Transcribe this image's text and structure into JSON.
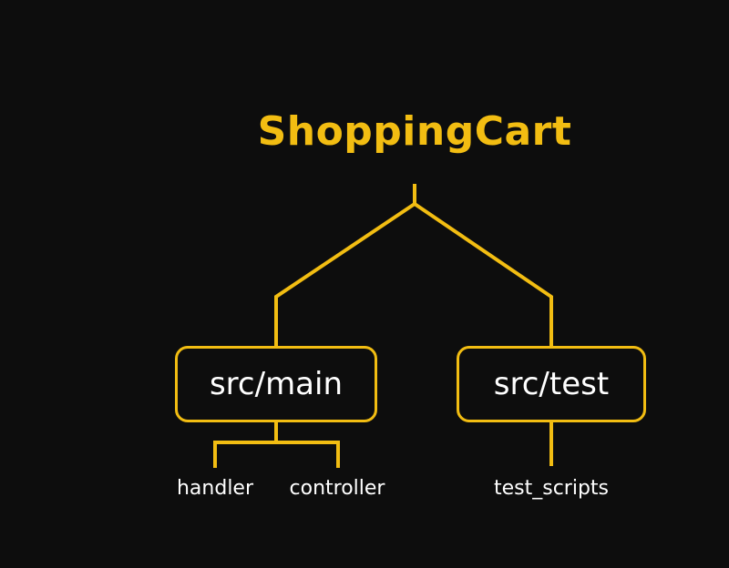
{
  "diagram": {
    "root": {
      "label": "ShoppingCart"
    },
    "branches": [
      {
        "label": "src/main",
        "children": [
          "handler",
          "controller"
        ]
      },
      {
        "label": "src/test",
        "children": [
          "test_scripts"
        ]
      }
    ],
    "colors": {
      "background": "#0d0d0d",
      "accent": "#f2bd12",
      "text": "#ffffff"
    }
  }
}
